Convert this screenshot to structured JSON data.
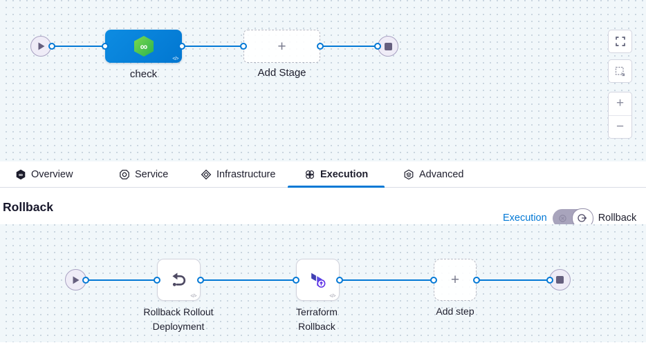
{
  "canvas_top": {
    "stage_label": "check",
    "add_stage_label": "Add Stage"
  },
  "tabs": [
    {
      "label": "Overview",
      "icon": "harness-icon",
      "active": false
    },
    {
      "label": "Service",
      "icon": "service-icon",
      "active": false
    },
    {
      "label": "Infrastructure",
      "icon": "infrastructure-icon",
      "active": false
    },
    {
      "label": "Execution",
      "icon": "execution-icon",
      "active": true
    },
    {
      "label": "Advanced",
      "icon": "advanced-icon",
      "active": false
    }
  ],
  "section": {
    "title": "Rollback"
  },
  "toggle": {
    "left_label": "Execution",
    "right_label": "Rollback",
    "state": "rollback"
  },
  "canvas_bottom": {
    "steps": [
      {
        "line1": "Rollback Rollout",
        "line2": "Deployment",
        "icon": "rollback-arrow-icon"
      },
      {
        "line1": "Terraform",
        "line2": "Rollback",
        "icon": "terraform-icon"
      }
    ],
    "add_step_label": "Add step"
  },
  "glyphs": {
    "code_badge": "</>",
    "plus": "+",
    "minus": "−",
    "add": "+"
  },
  "colors": {
    "accent_blue": "#0278d5",
    "stage_blue": "#0a84dc",
    "harness_green": "#3dc657",
    "terraform_purple": "#5c4ee5",
    "canvas_bg": "#f1f7fa",
    "node_purple_gray": "#665f7e"
  }
}
